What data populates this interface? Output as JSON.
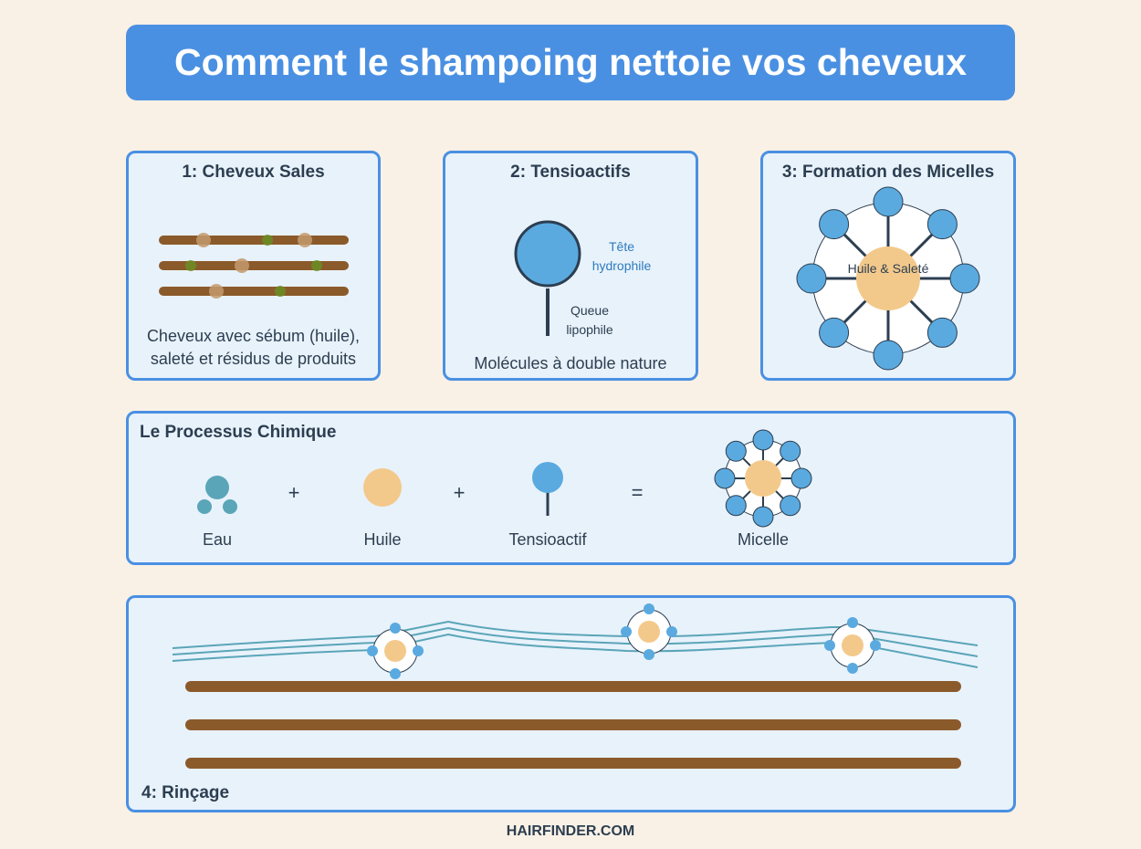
{
  "title": "Comment le shampoing nettoie vos cheveux",
  "panel1": {
    "title": "1: Cheveux Sales",
    "caption_line1": "Cheveux avec sébum (huile),",
    "caption_line2": "saleté et résidus de produits"
  },
  "panel2": {
    "title": "2: Tensioactifs",
    "head_label_line1": "Tête",
    "head_label_line2": "hydrophile",
    "tail_label_line1": "Queue",
    "tail_label_line2": "lipophile",
    "caption": "Molécules à double nature"
  },
  "panel3": {
    "title": "3: Formation des Micelles",
    "core_label": "Huile & Saleté"
  },
  "process": {
    "title": "Le Processus Chimique",
    "items": [
      {
        "label": "Eau"
      },
      {
        "label": "Huile"
      },
      {
        "label": "Tensioactif"
      },
      {
        "label": "Micelle"
      }
    ],
    "plus1": "+",
    "plus2": "+",
    "equals": "="
  },
  "panel4": {
    "title": "4: Rinçage"
  },
  "footer": "HAIRFINDER.COM",
  "colors": {
    "banner": "#4a90e2",
    "panel_bg": "#e8f2fb",
    "hair": "#8b5a2b",
    "surfactant": "#5aaae0",
    "oil": "#f3c98b",
    "water": "#5aa5b8",
    "background": "#faf1e6"
  }
}
